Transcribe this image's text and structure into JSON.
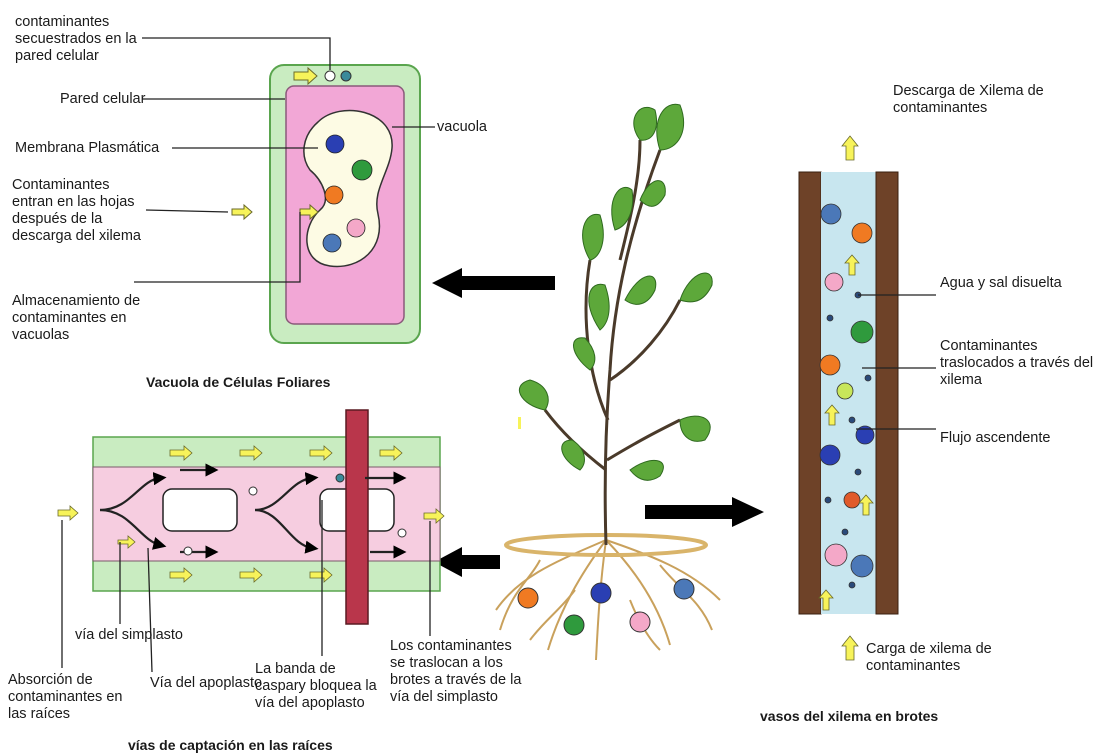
{
  "leaf_cell": {
    "caption": "Vacuola de Células Foliares",
    "labels": {
      "sequestered": "contaminantes\nsecuestrados en la\npared celular",
      "cell_wall": "Pared celular",
      "membrane": "Membrana Plasmática",
      "enter_leaves": "Contaminantes\nentran en las hojas\ndespués de la\ndescarga del xilema",
      "storage": "Almacenamiento de\ncontaminantes en\nvacuolas",
      "vacuole": "vacuola"
    }
  },
  "root_pathways": {
    "caption": "vías de captación en las raíces",
    "labels": {
      "symplast": "vía del simplasto",
      "apoplast": "Vía del apoplasto",
      "absorption": "Absorción de\ncontaminantes en\nlas raíces",
      "caspary": "La banda de\ncaspary bloquea la\nvía del apoplasto",
      "translocation": "Los contaminantes\nse traslocan a los\nbrotes a través de la\nvía del simplasto"
    }
  },
  "xylem": {
    "caption": "vasos del xilema en brotes",
    "labels": {
      "discharge": "Descarga de Xilema de\ncontaminantes",
      "water_salt": "Agua y sal disuelta",
      "translocated": "Contaminantes\ntraslocados a través del\nxilema",
      "upward_flow": "Flujo ascendente",
      "load": "Carga de xilema de\ncontaminantes"
    }
  },
  "colors": {
    "cell_wall": "#c9ecc1",
    "cytoplasm": "#f2a7d6",
    "vacuole": "#fdfbe4",
    "caspary": "#b9364b",
    "xylem_fill": "#c8e6ef",
    "xylem_wall": "#6e4228",
    "arrow": "#f7f35a",
    "leaf": "#5da83a",
    "root": "#d9b46a"
  }
}
